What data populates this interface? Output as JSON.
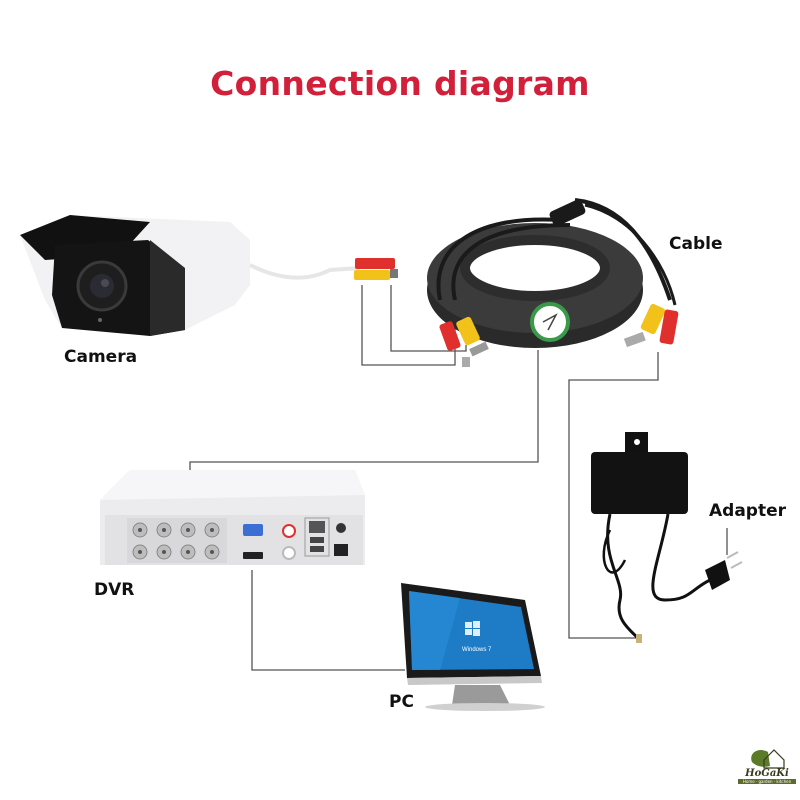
{
  "title": "Connection diagram",
  "labels": {
    "camera": "Camera",
    "cable": "Cable",
    "dvr": "DVR",
    "adapter": "Adapter",
    "pc": "PC"
  },
  "pc_screen": {
    "os_text": "Windows 7"
  },
  "brand": {
    "name": "HoGaKi",
    "tagline": "Home · garden · kitchen"
  },
  "colors": {
    "title": "#d21f3a",
    "connector_line": "#555555",
    "rca_red": "#e0302e",
    "rca_yellow": "#f2c21a"
  }
}
